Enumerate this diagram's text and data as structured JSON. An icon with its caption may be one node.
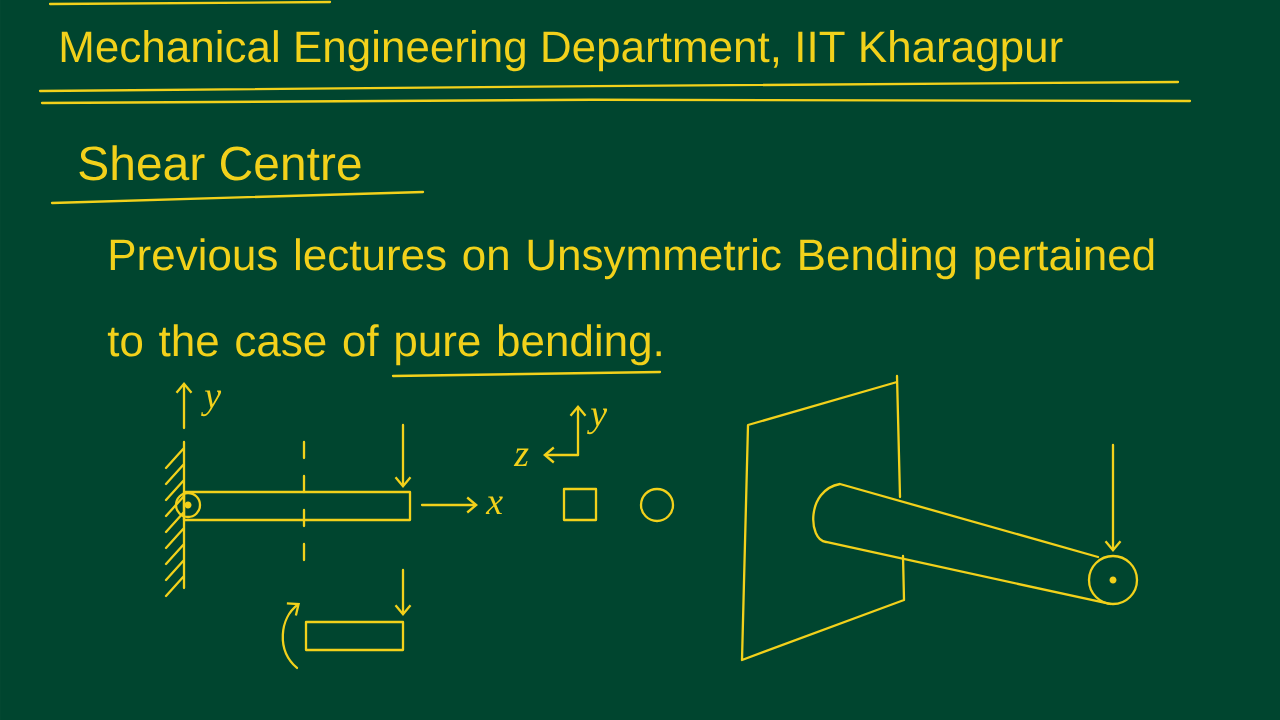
{
  "diagram": {
    "title": "Shear Centre",
    "nodes": [
      {
        "text": [],
        "shape": "box"
      }
    ],
    "labels": [
      "Mechanical Engineering Department, IIT Kharagpur",
      "Previous lectures on Unsymmetric Bending pertained to the case of pure bending.",
      "y",
      "y",
      "z",
      "x"
    ]
  }
}
